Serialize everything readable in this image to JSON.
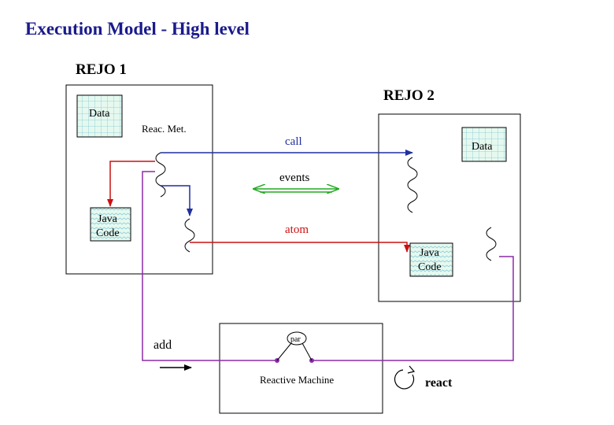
{
  "title": "Execution Model - High level",
  "rejo1": {
    "label": "REJO 1",
    "data_label": "Data",
    "method_label": "Reac. Met.",
    "java_code": [
      "Java",
      "Code"
    ]
  },
  "rejo2": {
    "label": "REJO 2",
    "data_label": "Data",
    "java_code": [
      "Java",
      "Code"
    ]
  },
  "arrows": {
    "call": "call",
    "events": "events",
    "atom": "atom",
    "add": "add",
    "react": "react"
  },
  "machine": {
    "label": "Reactive Machine",
    "par": "par"
  },
  "colors": {
    "title": "#1a1a8c",
    "call": "#1f2fa0",
    "atom": "#cc1111",
    "events": "#22aa22",
    "machine_link": "#8a2ba8",
    "box_fill": "#e6f9ef",
    "box_wave": "#7fc7d6"
  }
}
